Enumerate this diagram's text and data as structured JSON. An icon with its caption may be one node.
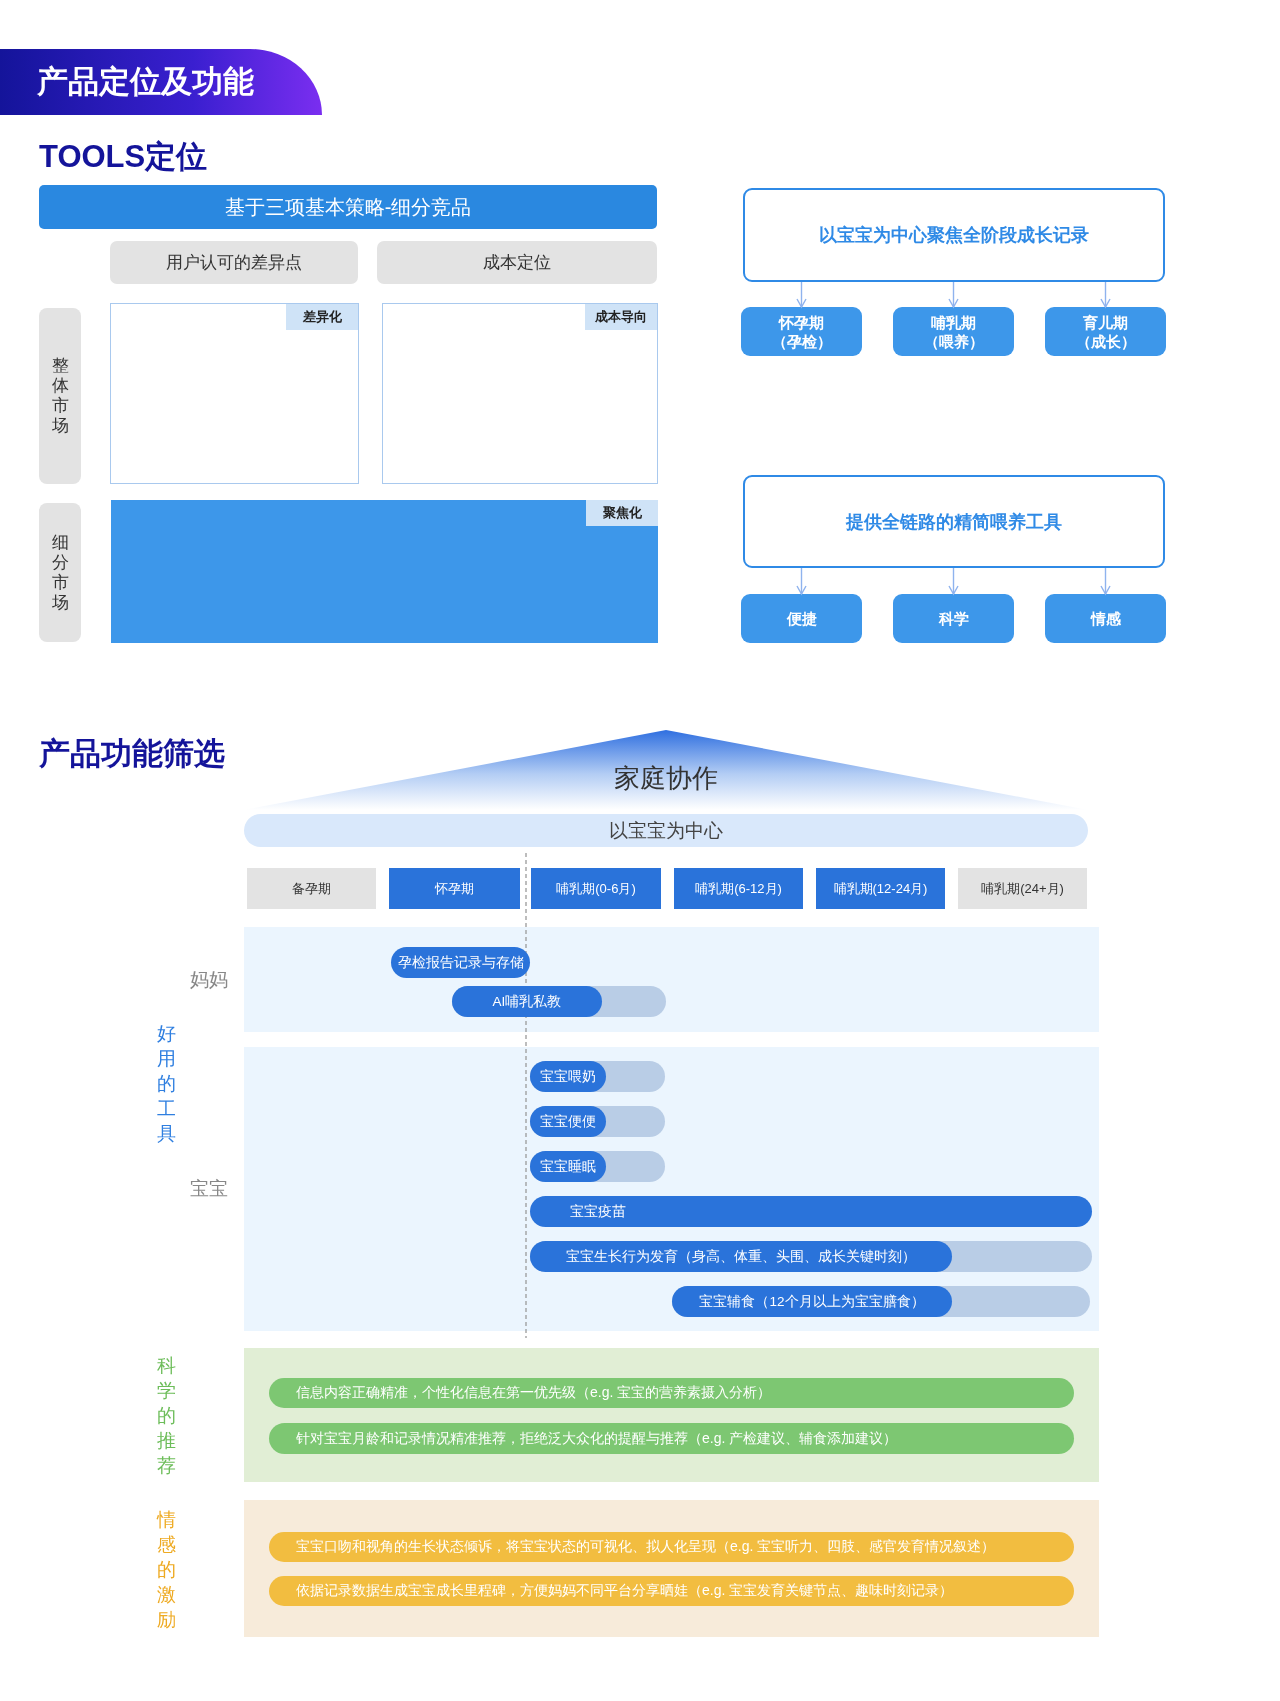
{
  "diagram": {
    "title": "产品定位及功能",
    "nodes": [
      {
        "text": [
          "基于三项基本策略-细分竞品"
        ]
      },
      {
        "text": [
          "用户认可的差异点"
        ]
      },
      {
        "text": [
          "成本定位"
        ]
      },
      {
        "text": [
          "整体市场"
        ]
      },
      {
        "text": [
          "差异化"
        ]
      },
      {
        "text": [
          "成本导向"
        ]
      },
      {
        "text": [
          "细分市场"
        ]
      },
      {
        "text": [
          "聚焦化"
        ]
      },
      {
        "text": [
          "以宝宝为中心聚焦全阶段成长记录"
        ]
      },
      {
        "text": [
          "怀孕期",
          "（孕检）"
        ]
      },
      {
        "text": [
          "哺乳期",
          "（喂养）"
        ]
      },
      {
        "text": [
          "育儿期",
          "（成长）"
        ]
      },
      {
        "text": [
          "提供全链路的精简喂养工具"
        ]
      },
      {
        "text": [
          "便捷"
        ]
      },
      {
        "text": [
          "科学"
        ]
      },
      {
        "text": [
          "情感"
        ]
      },
      {
        "text": [
          "家庭协作"
        ]
      },
      {
        "text": [
          "以宝宝为中心"
        ]
      },
      {
        "text": [
          "备孕期"
        ]
      },
      {
        "text": [
          "怀孕期"
        ]
      },
      {
        "text": [
          "哺乳期(0-6月)"
        ]
      },
      {
        "text": [
          "哺乳期(6-12月)"
        ]
      },
      {
        "text": [
          "哺乳期(12-24月)"
        ]
      },
      {
        "text": [
          "哺乳期(24+月)"
        ]
      },
      {
        "text": [
          "妈妈"
        ]
      },
      {
        "text": [
          "孕检报告记录与存储"
        ],
        "in": 24
      },
      {
        "text": [
          "AI哺乳私教"
        ],
        "in": 24
      },
      {
        "text": [
          "宝宝"
        ]
      },
      {
        "text": [
          "宝宝喂奶"
        ],
        "in": 27
      },
      {
        "text": [
          "宝宝便便"
        ],
        "in": 27
      },
      {
        "text": [
          "宝宝睡眠"
        ],
        "in": 27
      },
      {
        "text": [
          "宝宝疫苗"
        ],
        "in": 27
      },
      {
        "text": [
          "宝宝生长行为发育（身高、体重、头围、成长关键时刻）"
        ],
        "in": 27
      },
      {
        "text": [
          "宝宝辅食（12个月以上为宝宝膳食）"
        ],
        "in": 27
      },
      {
        "text": [
          "科学的推荐"
        ]
      },
      {
        "text": [
          "信息内容正确精准，个性化信息在第一优先级（e.g. 宝宝的营养素摄入分析）"
        ],
        "in": 34
      },
      {
        "text": [
          "针对宝宝月龄和记录情况精准推荐，拒绝泛大众化的提醒与推荐（e.g. 产检建议、辅食添加建议）"
        ],
        "in": 34
      },
      {
        "text": [
          "情感的激励"
        ]
      },
      {
        "text": [
          "宝宝口吻和视角的生长状态倾诉，将宝宝状态的可视化、拟人化呈现（e.g. 宝宝听力、四肢、感官发育情况叙述）"
        ],
        "in": 37
      },
      {
        "text": [
          "依据记录数据生成宝宝成长里程碑，方便妈妈不同平台分享晒娃（e.g. 宝宝发育关键节点、趣味时刻记录）"
        ],
        "in": 37
      }
    ],
    "edges": [
      {
        "from": 8,
        "to": 9,
        "arrow": "to"
      },
      {
        "from": 8,
        "to": 10,
        "arrow": "to"
      },
      {
        "from": 8,
        "to": 11,
        "arrow": "to"
      },
      {
        "from": 12,
        "to": 13,
        "arrow": "to"
      },
      {
        "from": 12,
        "to": 14,
        "arrow": "to"
      },
      {
        "from": 12,
        "to": 15,
        "arrow": "to"
      }
    ],
    "labels": [
      "TOOLS定位",
      "产品功能筛选",
      "好用的工具"
    ]
  }
}
